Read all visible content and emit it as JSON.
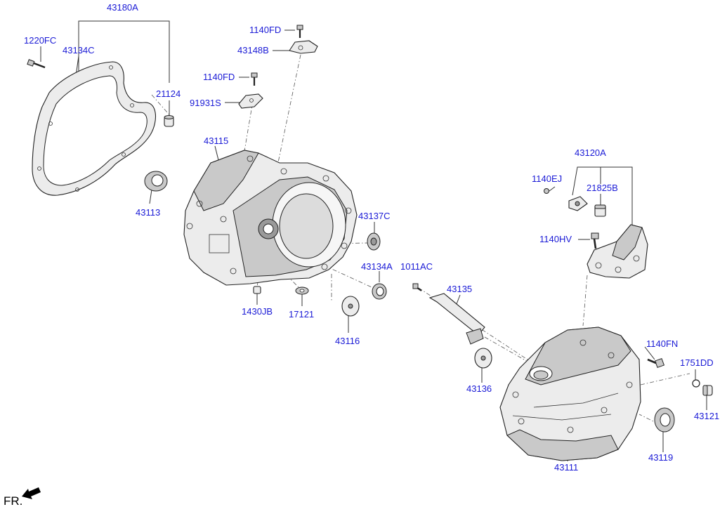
{
  "labels": {
    "p43180A": "43180A",
    "p1220FC": "1220FC",
    "p43134C": "43134C",
    "p21124": "21124",
    "p1140FD_a": "1140FD",
    "p43148B": "43148B",
    "p1140FD_b": "1140FD",
    "p91931S": "91931S",
    "p43115": "43115",
    "p43113": "43113",
    "p43137C": "43137C",
    "p43134A": "43134A",
    "p1011AC": "1011AC",
    "p43135": "43135",
    "p1430JB": "1430JB",
    "p17121": "17121",
    "p43116": "43116",
    "p43120A": "43120A",
    "p1140EJ": "1140EJ",
    "p21825B": "21825B",
    "p1140HV": "1140HV",
    "p1140FN": "1140FN",
    "p1751DD": "1751DD",
    "p43121": "43121",
    "p43136": "43136",
    "p43119": "43119",
    "p43111": "43111"
  },
  "orientation": {
    "text": "FR."
  }
}
